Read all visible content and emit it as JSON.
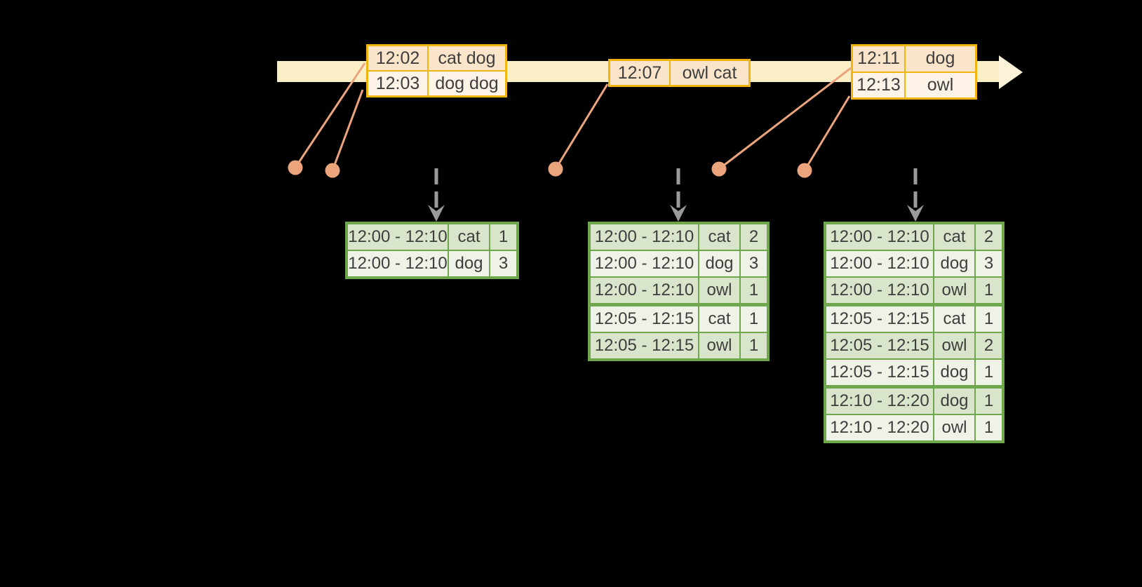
{
  "colors": {
    "background": "#000000",
    "timeline_fill": "#FBEFC7",
    "timeline_arrowhead": "#FAF3D9",
    "event_box_border": "#F1B512",
    "event_row_peach": "#FAE5CB",
    "event_row_cream": "#FDF4E7",
    "connector_salmon": "#ECA47D",
    "trigger_arrow_gray": "#9B9B9B",
    "table_border_green": "#6FA84C",
    "table_row_sage": "#D9E5CA",
    "table_row_light": "#EEF2E7",
    "text": "#3E3E3E"
  },
  "timeline": {
    "event_groups": [
      {
        "rows": [
          {
            "time": "12:02",
            "words": "cat dog"
          },
          {
            "time": "12:03",
            "words": "dog dog"
          }
        ]
      },
      {
        "rows": [
          {
            "time": "12:07",
            "words": "owl cat"
          }
        ]
      },
      {
        "rows": [
          {
            "time": "12:11",
            "words": "dog"
          },
          {
            "time": "12:13",
            "words": "owl"
          }
        ]
      }
    ]
  },
  "result_tables": [
    {
      "rows": [
        {
          "window": "12:00 - 12:10",
          "word": "cat",
          "count": "1"
        },
        {
          "window": "12:00 - 12:10",
          "word": "dog",
          "count": "3"
        }
      ]
    },
    {
      "rows": [
        {
          "window": "12:00 - 12:10",
          "word": "cat",
          "count": "2"
        },
        {
          "window": "12:00 - 12:10",
          "word": "dog",
          "count": "3"
        },
        {
          "window": "12:00 - 12:10",
          "word": "owl",
          "count": "1"
        },
        {
          "window": "12:05 - 12:15",
          "word": "cat",
          "count": "1"
        },
        {
          "window": "12:05 - 12:15",
          "word": "owl",
          "count": "1"
        }
      ]
    },
    {
      "rows": [
        {
          "window": "12:00 - 12:10",
          "word": "cat",
          "count": "2"
        },
        {
          "window": "12:00 - 12:10",
          "word": "dog",
          "count": "3"
        },
        {
          "window": "12:00 - 12:10",
          "word": "owl",
          "count": "1"
        },
        {
          "window": "12:05 - 12:15",
          "word": "cat",
          "count": "1"
        },
        {
          "window": "12:05 - 12:15",
          "word": "owl",
          "count": "2"
        },
        {
          "window": "12:05 - 12:15",
          "word": "dog",
          "count": "1"
        },
        {
          "window": "12:10 - 12:20",
          "word": "dog",
          "count": "1"
        },
        {
          "window": "12:10 - 12:20",
          "word": "owl",
          "count": "1"
        }
      ]
    }
  ]
}
